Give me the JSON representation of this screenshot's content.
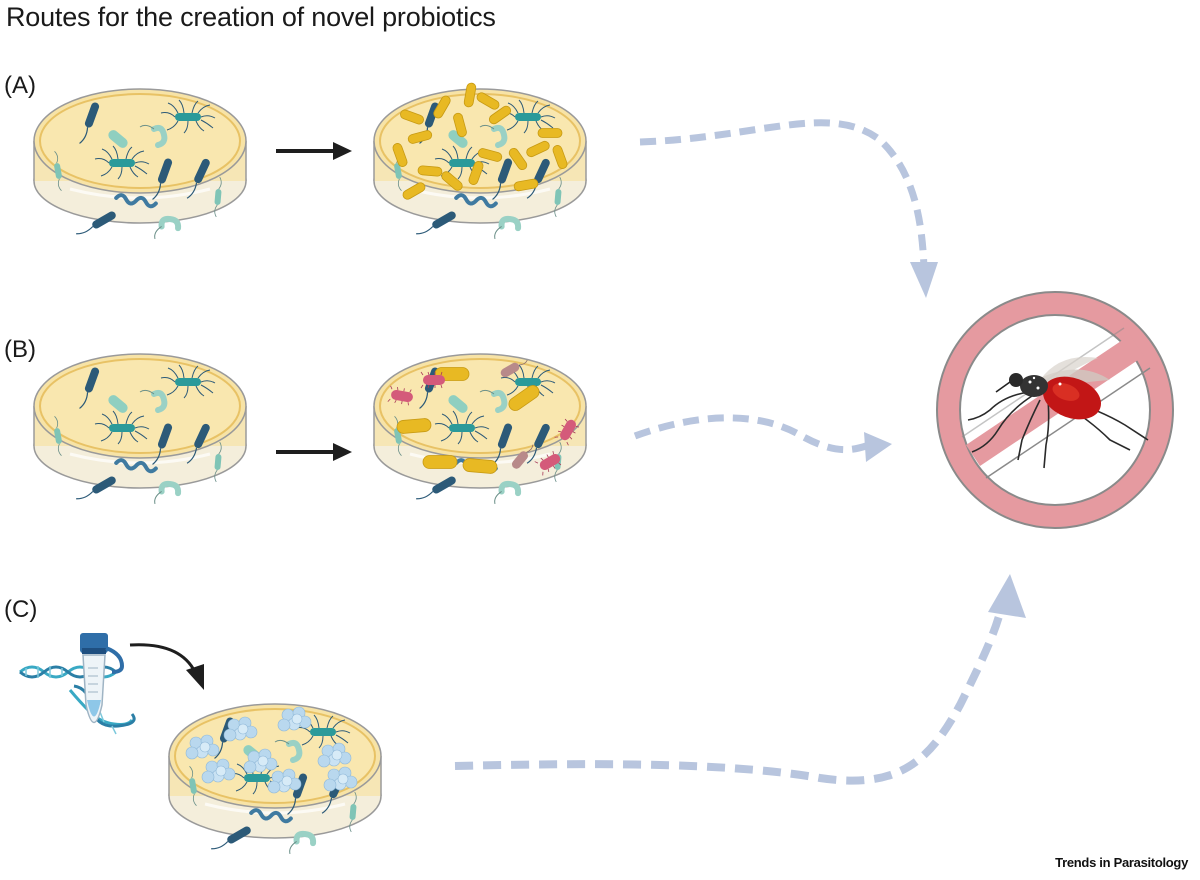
{
  "figure": {
    "title": "Routes for the creation of novel probiotics",
    "credit": "Trends in Parasitology"
  },
  "panels": [
    {
      "label": "(A)"
    },
    {
      "label": "(B)"
    },
    {
      "label": "(C)"
    }
  ],
  "colors": {
    "agar": "#f7e3a6",
    "agar_dark": "#f0cf78",
    "dish_rim": "#9a9a9a",
    "bacteria_dark": "#2c5a78",
    "bacteria_teal": "#2b9a9a",
    "bacteria_mint": "#8fcfc0",
    "bacteria_yellow": "#e8b923",
    "bacteria_pink": "#d45a7a",
    "bacteria_mauve": "#b88a8a",
    "cluster_blue": "#b9d8ee",
    "flow_arrow": "#b8c5de",
    "prohibition_ring": "#e59aa0",
    "mosquito_abdomen": "#c21616",
    "black_arrow": "#1e1e1e"
  },
  "icons": [
    "petri-dish-icon",
    "right-arrow-icon",
    "curved-arrow-icon",
    "dna-strand-icon",
    "microtube-icon",
    "prohibition-sign-icon",
    "mosquito-icon"
  ]
}
